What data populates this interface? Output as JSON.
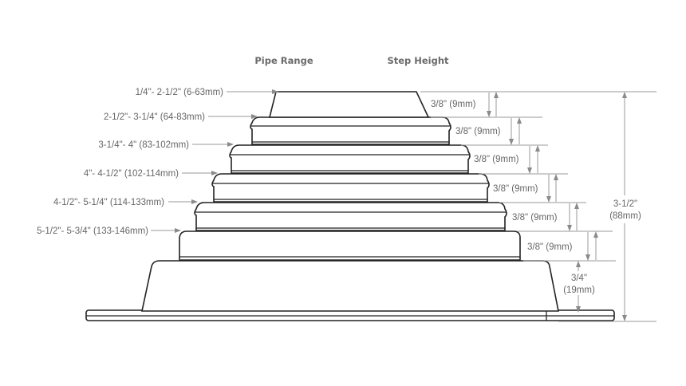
{
  "headers": {
    "pipe_range": "Pipe Range",
    "step_height": "Step Height"
  },
  "pipe_ranges": [
    "1/4\"- 2-1/2\" (6-63mm)",
    "2-1/2\"- 3-1/4\" (64-83mm)",
    "3-1/4\"- 4\" (83-102mm)",
    "4\"- 4-1/2\" (102-114mm)",
    "4-1/2\"- 5-1/4\" (114-133mm)",
    "5-1/2\"- 5-3/4\" (133-146mm)"
  ],
  "step_heights": [
    "3/8\" (9mm)",
    "3/8\" (9mm)",
    "3/8\" (9mm)",
    "3/8\" (9mm)",
    "3/8\" (9mm)",
    "3/8\" (9mm)"
  ],
  "base_height": {
    "line1": "3/4\"",
    "line2": "(19mm)"
  },
  "total_height": {
    "line1": "3-1/2\"",
    "line2": "(88mm)"
  }
}
